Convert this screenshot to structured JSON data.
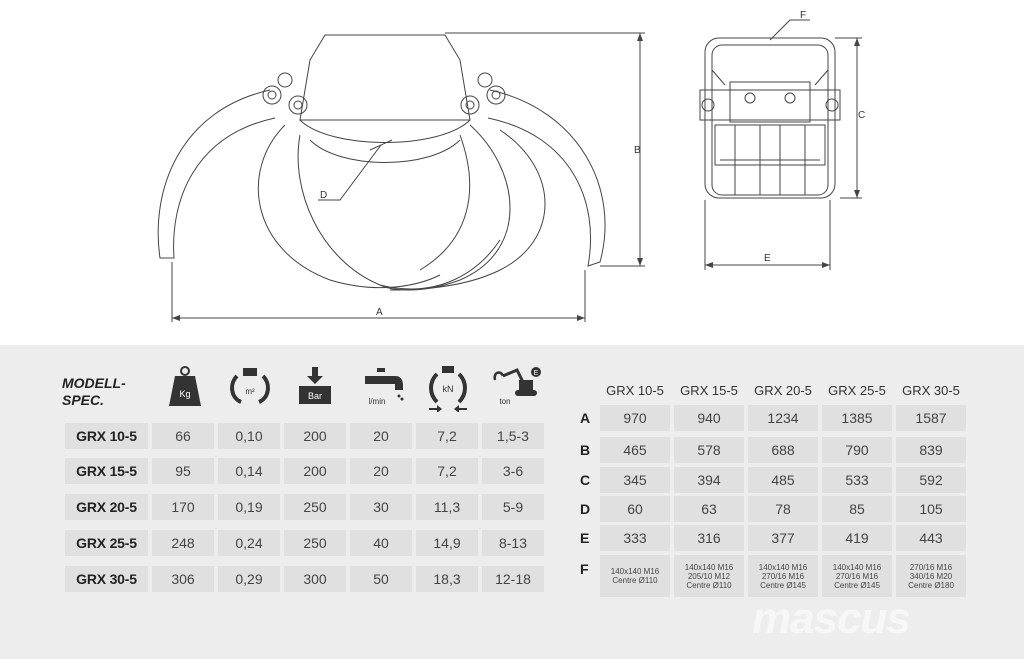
{
  "drawing": {
    "dim_labels": {
      "a": "A",
      "b": "B",
      "c": "C",
      "d": "D",
      "e": "E",
      "f": "F"
    }
  },
  "left_table": {
    "header_line1": "MODELL-",
    "header_line2": "SPEC.",
    "icons": [
      {
        "name": "weight-icon",
        "caption": "Kg"
      },
      {
        "name": "grab-area-icon",
        "caption": "m²"
      },
      {
        "name": "pressure-icon",
        "caption": "Bar"
      },
      {
        "name": "flow-icon",
        "caption": "l/min"
      },
      {
        "name": "force-icon",
        "caption": "kN"
      },
      {
        "name": "excavator-icon",
        "caption": "ton"
      }
    ],
    "rows": [
      {
        "model": "GRX 10-5",
        "values": [
          "66",
          "0,10",
          "200",
          "20",
          "7,2",
          "1,5-3"
        ]
      },
      {
        "model": "GRX 15-5",
        "values": [
          "95",
          "0,14",
          "200",
          "20",
          "7,2",
          "3-6"
        ]
      },
      {
        "model": "GRX 20-5",
        "values": [
          "170",
          "0,19",
          "250",
          "30",
          "11,3",
          "5-9"
        ]
      },
      {
        "model": "GRX 25-5",
        "values": [
          "248",
          "0,24",
          "250",
          "40",
          "14,9",
          "8-13"
        ]
      },
      {
        "model": "GRX 30-5",
        "values": [
          "306",
          "0,29",
          "300",
          "50",
          "18,3",
          "12-18"
        ]
      }
    ]
  },
  "right_table": {
    "headers": [
      "GRX 10-5",
      "GRX 15-5",
      "GRX 20-5",
      "GRX 25-5",
      "GRX 30-5"
    ],
    "rows": [
      {
        "letter": "A",
        "values": [
          "970",
          "940",
          "1234",
          "1385",
          "1587"
        ]
      },
      {
        "letter": "B",
        "values": [
          "465",
          "578",
          "688",
          "790",
          "839"
        ]
      },
      {
        "letter": "C",
        "values": [
          "345",
          "394",
          "485",
          "533",
          "592"
        ]
      },
      {
        "letter": "D",
        "values": [
          "60",
          "63",
          "78",
          "85",
          "105"
        ]
      },
      {
        "letter": "E",
        "values": [
          "333",
          "316",
          "377",
          "419",
          "443"
        ]
      }
    ],
    "row_f": {
      "letter": "F",
      "values": [
        [
          "140x140 M16",
          "Centre Ø110",
          ""
        ],
        [
          "140x140 M16",
          "205/10 M12",
          "Centre Ø110"
        ],
        [
          "140x140 M16",
          "270/16 M16",
          "Centre Ø145"
        ],
        [
          "140x140 M16",
          "270/16 M16",
          "Centre Ø145"
        ],
        [
          "270/16 M16",
          "340/16 M20",
          "Centre Ø180"
        ]
      ]
    }
  },
  "watermark": "mascus"
}
